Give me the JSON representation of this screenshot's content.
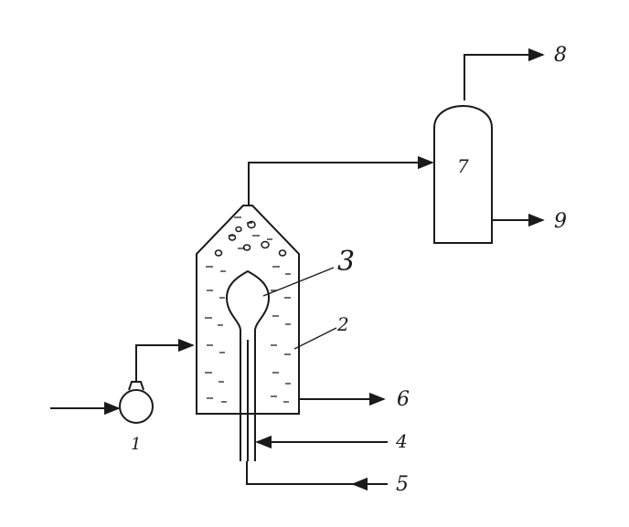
{
  "diagram": {
    "labels": {
      "pump": "1",
      "reactor": "2",
      "burner": "3",
      "inlet_4": "4",
      "inlet_5": "5",
      "outlet_6": "6",
      "separator": "7",
      "outlet_8": "8",
      "outlet_9": "9"
    },
    "colors": {
      "line": "#1a1a1a",
      "background": "#ffffff"
    }
  }
}
